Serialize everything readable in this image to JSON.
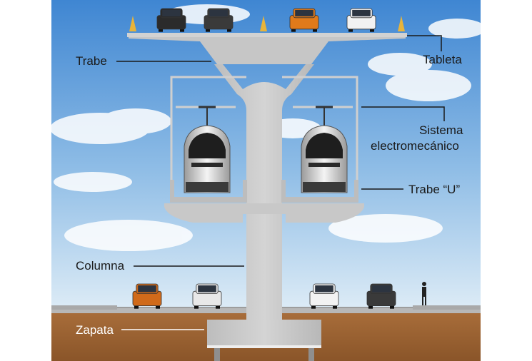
{
  "labels": {
    "trabe": "Trabe",
    "tableta": "Tableta",
    "sistema_line1": "Sistema",
    "sistema_line2": "electromecánico",
    "trabe_u": "Trabe “U”",
    "columna": "Columna",
    "zapata": "Zapata"
  },
  "colors": {
    "sky_top": "#4f92d6",
    "sky_bottom": "#d9eaf7",
    "concrete": "#c9c9c9",
    "soil": "#9a6233",
    "road": "#b5b5b5"
  },
  "vehicles": {
    "top_cars": [
      "#2b2b2b",
      "#3a3a3a",
      "#e07a1a",
      "#f2f2f2"
    ],
    "street_cars": [
      "#d06a1a",
      "#e8e8e8",
      "#f2f2f2",
      "#3a3a3a"
    ]
  }
}
